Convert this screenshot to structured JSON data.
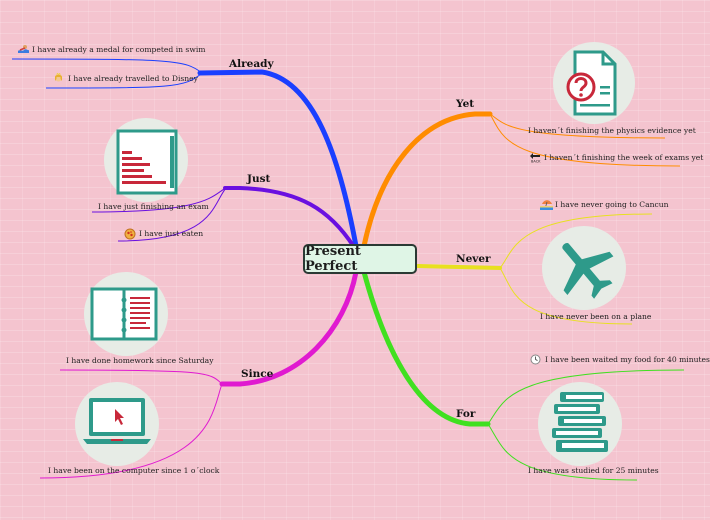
{
  "central": {
    "label": "Present Perfect"
  },
  "branches": {
    "already": {
      "label": "Already",
      "color": "#1a3fff",
      "items": [
        {
          "text": "I have already a medal for competed in swim",
          "icon": "swimmer-icon"
        },
        {
          "text": "I have already travelled to Disney",
          "icon": "princess-icon"
        }
      ]
    },
    "just": {
      "label": "Just",
      "color": "#6a10e0",
      "items": [
        {
          "text": "I have just finishing  an exam",
          "icon": "document-icon"
        },
        {
          "text": "I have just eaten",
          "icon": "pizza-icon"
        }
      ]
    },
    "since": {
      "label": "Since",
      "color": "#e01ad0",
      "items": [
        {
          "text": "I have done homework since Saturday",
          "icon": "notebook-icon"
        },
        {
          "text": "I have been on the computer since 1 o´clock",
          "icon": "laptop-icon"
        }
      ]
    },
    "yet": {
      "label": "Yet",
      "color": "#ff8c00",
      "items": [
        {
          "text": "I haven´t finishing the physics evidence yet",
          "icon": "question-document-icon"
        },
        {
          "text": "I haven´t finishing the week of exams yet",
          "icon": "back-arrow-icon"
        }
      ]
    },
    "never": {
      "label": "Never",
      "color": "#e8e020",
      "items": [
        {
          "text": "I have never going to Cancun",
          "icon": "beach-icon"
        },
        {
          "text": "I have never been on a plane",
          "icon": "airplane-icon"
        }
      ]
    },
    "for": {
      "label": "For",
      "color": "#40e020",
      "items": [
        {
          "text": "I have been waited my food for 40 minutes",
          "icon": "clock-icon"
        },
        {
          "text": "I have was studied for 25 minutes",
          "icon": "books-icon"
        }
      ]
    }
  }
}
